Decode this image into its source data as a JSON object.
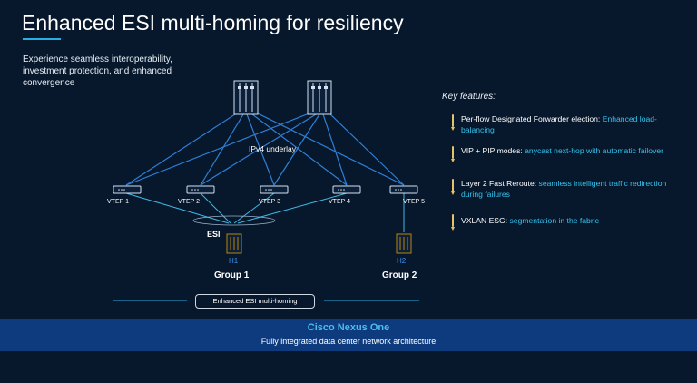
{
  "slide": {
    "title": "Enhanced ESI multi-homing for resiliency",
    "intro": "Experience seamless interoperability, investment protection, and enhanced convergence"
  },
  "diagram": {
    "underlay_label": "IPv4 underlay",
    "vteps": [
      "VTEP 1",
      "VTEP 2",
      "VTEP 3",
      "VTEP 4",
      "VTEP 5"
    ],
    "esi_label": "ESI",
    "hosts": [
      "H1",
      "H2"
    ],
    "groups": [
      "Group 1",
      "Group 2"
    ],
    "footer_box": "Enhanced ESI multi-homing",
    "colors": {
      "link": "#2f7fd6",
      "access_link": "#3fb8e6",
      "host": "#b8860b",
      "host_label": "#3a8ee8"
    }
  },
  "key_features": {
    "title": "Key features:",
    "items": [
      {
        "label": "Per-flow Designated Forwarder election: ",
        "highlight": "Enhanced load-balancing",
        "icon": "pin-icon"
      },
      {
        "label": "VIP + PIP modes: ",
        "highlight": "anycast next-hop with automatic failover",
        "icon": "pin-icon"
      },
      {
        "label": "Layer 2 Fast Reroute: ",
        "highlight": "seamless intelligent traffic redirection during failures",
        "icon": "pin-icon"
      },
      {
        "label": "VXLAN ESG: ",
        "highlight": "segmentation in the fabric",
        "icon": "pin-icon"
      }
    ]
  },
  "banner": {
    "title": "Cisco Nexus One",
    "subtitle": "Fully integrated data center network architecture"
  }
}
